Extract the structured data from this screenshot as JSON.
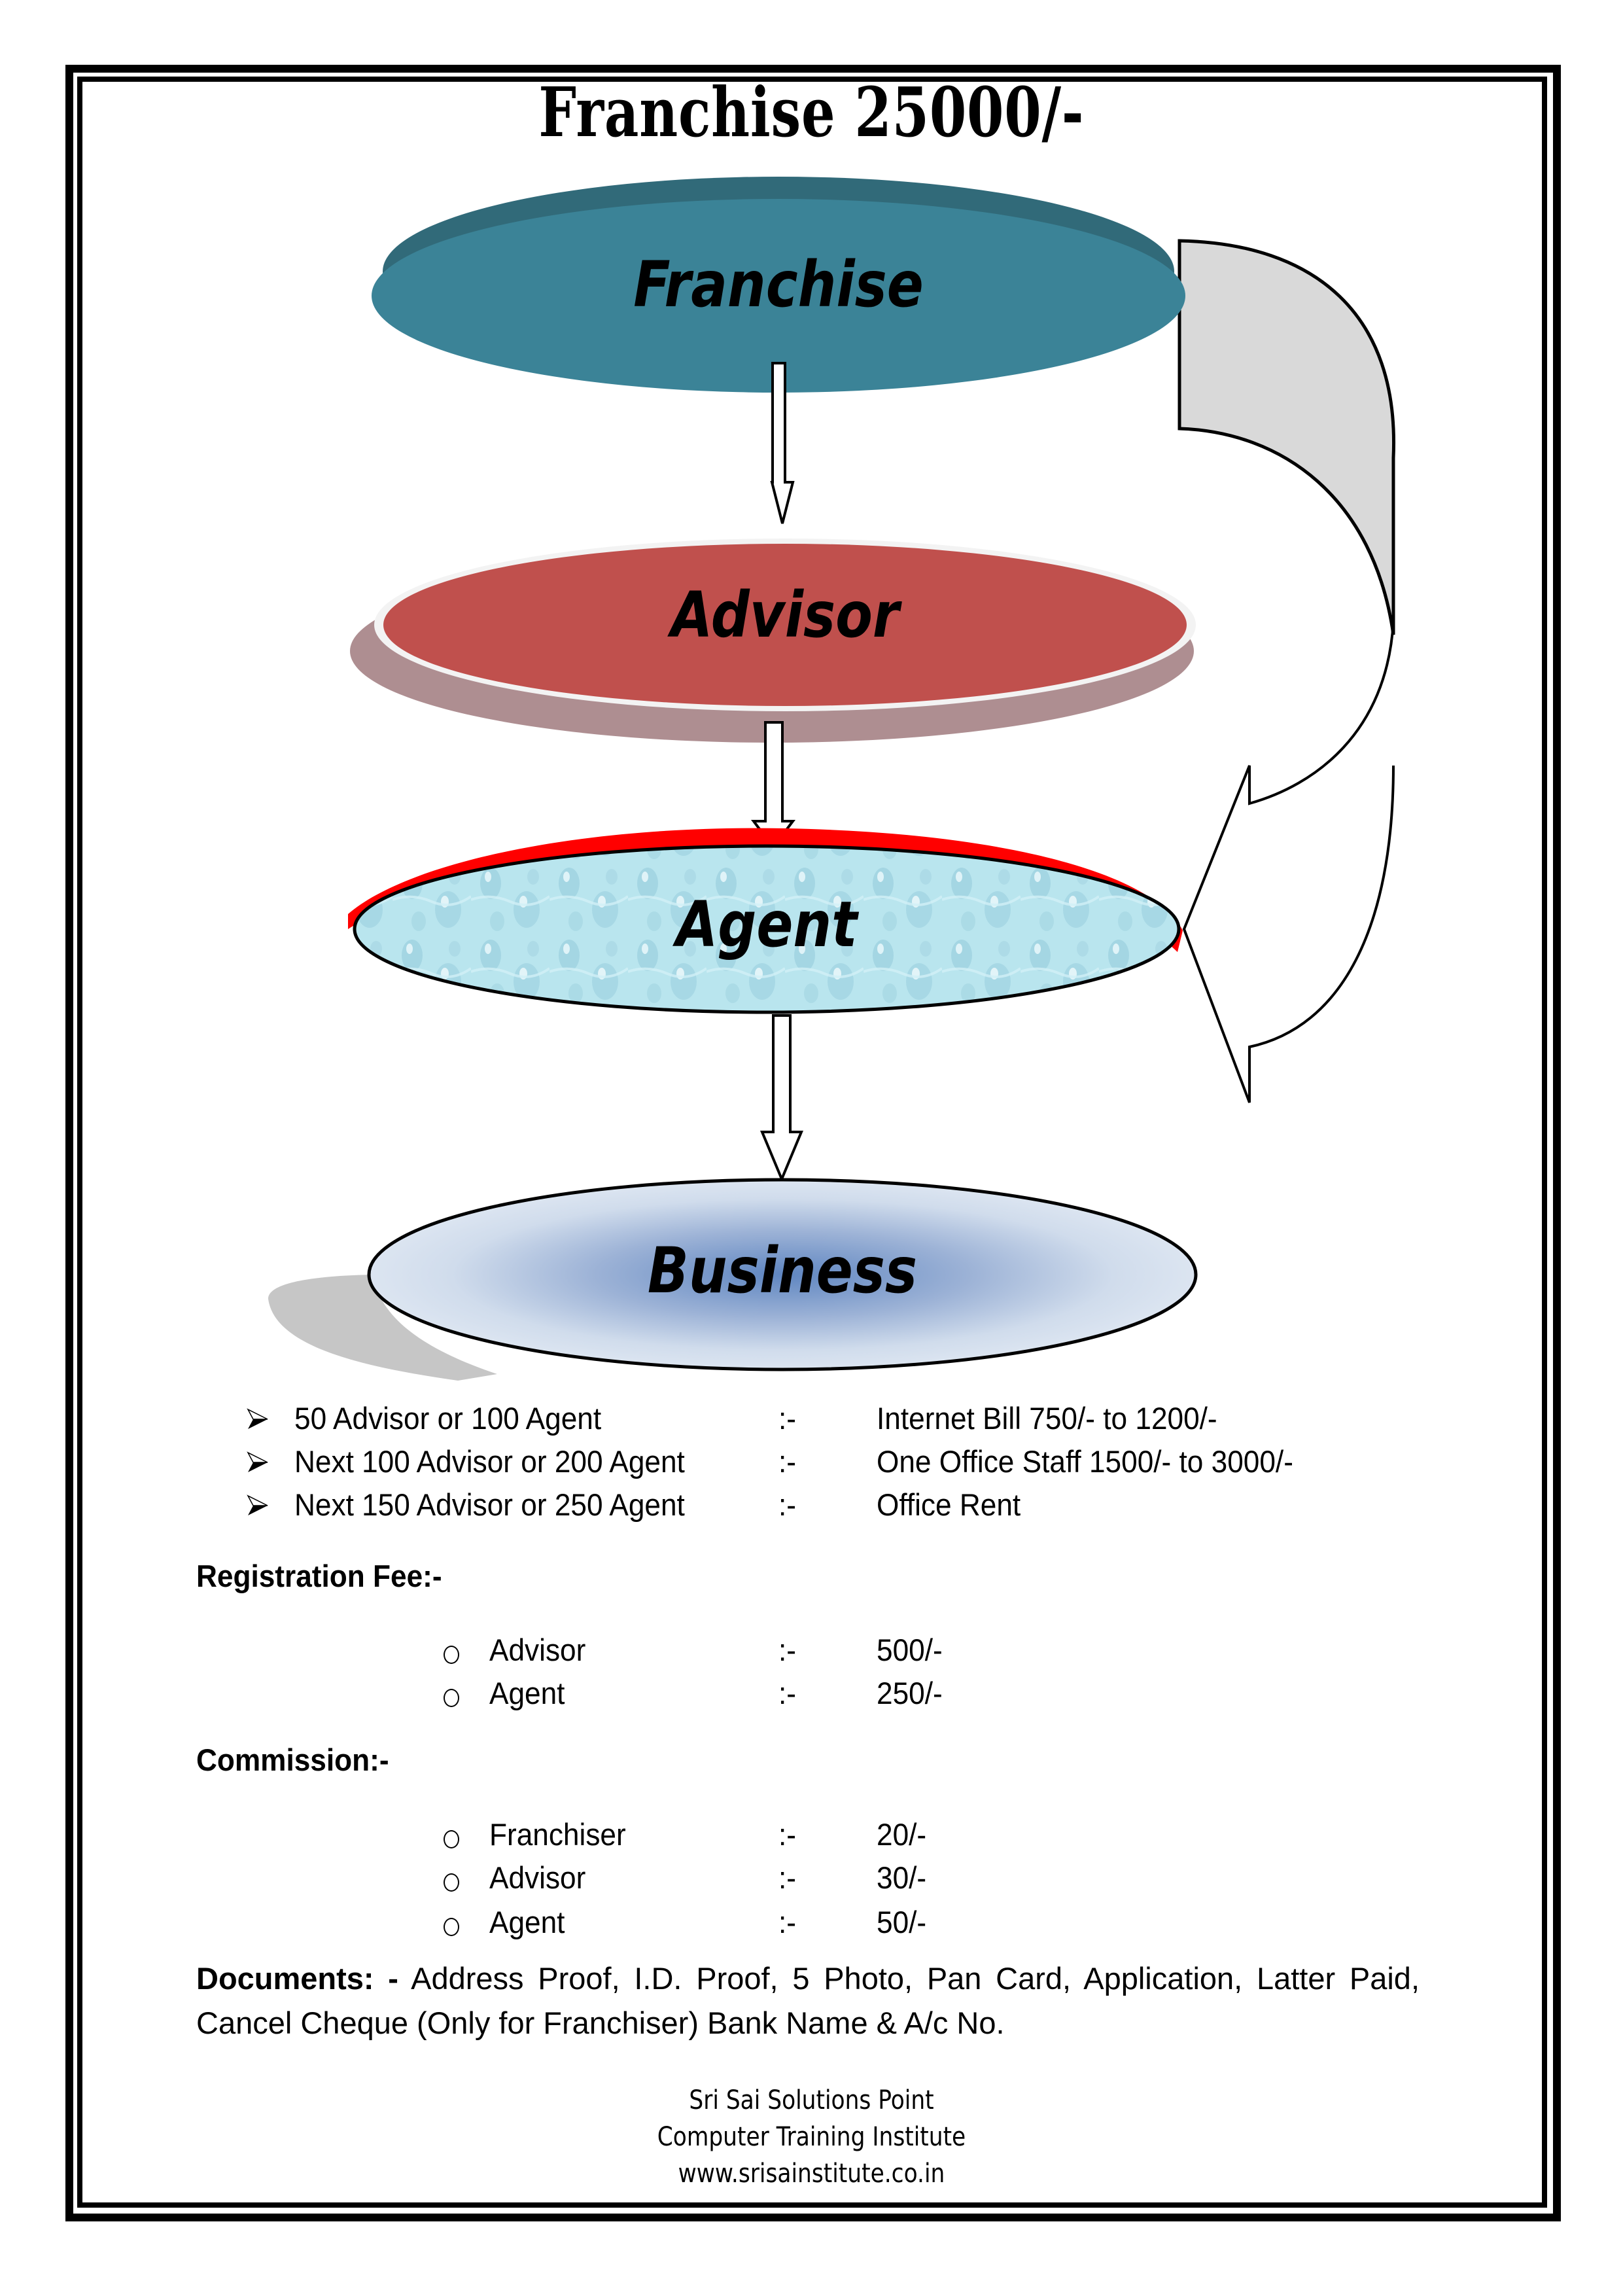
{
  "page": {
    "title": "Franchise 25000/-"
  },
  "diagram": {
    "nodes": [
      {
        "id": "franchise",
        "label": "Franchise",
        "color": "#3B8397"
      },
      {
        "id": "advisor",
        "label": "Advisor",
        "color": "#C0504D"
      },
      {
        "id": "agent",
        "label": "Agent",
        "color": "#B8E4EC"
      },
      {
        "id": "business",
        "label": "Business",
        "color": "#6A8DC4"
      }
    ],
    "edges": [
      {
        "from": "franchise",
        "to": "advisor",
        "style": "block-arrow"
      },
      {
        "from": "advisor",
        "to": "agent",
        "style": "block-arrow"
      },
      {
        "from": "agent",
        "to": "business",
        "style": "block-arrow"
      },
      {
        "from": "franchise",
        "to": "agent",
        "style": "curved-block-arrow"
      }
    ]
  },
  "targets": [
    {
      "label": "50 Advisor or 100 Agent",
      "sep": ":-",
      "value": "Internet  Bill 750/- to 1200/-"
    },
    {
      "label": "Next 100 Advisor or 200 Agent",
      "sep": ":-",
      "value": "One Office Staff 1500/- to 3000/-"
    },
    {
      "label": "Next 150 Advisor or 250 Agent",
      "sep": ":-",
      "value": "Office Rent"
    }
  ],
  "registration_fee": {
    "heading": "Registration Fee:-",
    "items": [
      {
        "label": "Advisor",
        "sep": ":-",
        "value": "500/-"
      },
      {
        "label": "Agent",
        "sep": ":-",
        "value": "250/-"
      }
    ]
  },
  "commission": {
    "heading": "Commission:-",
    "items": [
      {
        "label": "Franchiser",
        "sep": ":-",
        "value": "20/-"
      },
      {
        "label": "Advisor",
        "sep": ":-",
        "value": "30/-"
      },
      {
        "label": "Agent",
        "sep": ":-",
        "value": "50/-"
      }
    ]
  },
  "documents": {
    "heading": "Documents: -",
    "text": " Address Proof, I.D. Proof, 5 Photo, Pan Card, Application, Latter Paid, Cancel Cheque (Only for Franchiser) Bank Name & A/c No."
  },
  "footer": {
    "line1": "Sri Sai Solutions Point",
    "line2": "Computer Training Institute",
    "line3": "www.srisainstitute.co.in"
  }
}
